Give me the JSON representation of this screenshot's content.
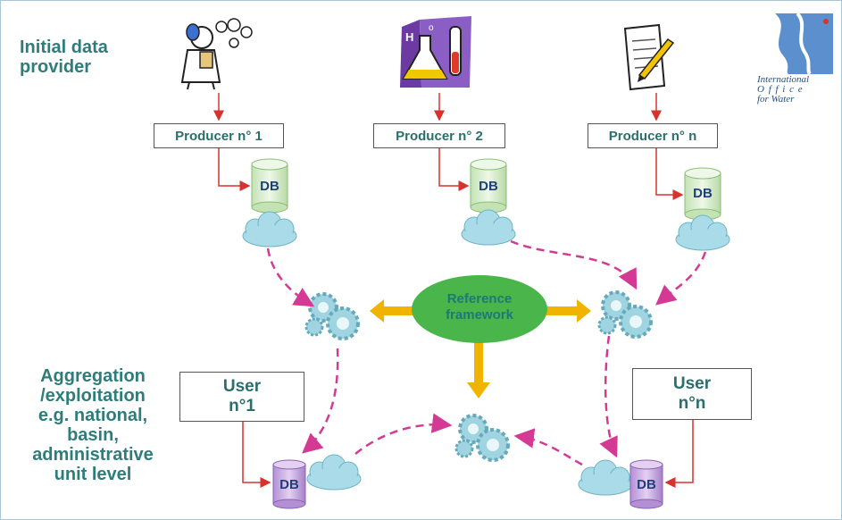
{
  "left_labels": {
    "initial": [
      "Initial data",
      "provider"
    ],
    "aggregation": [
      "Aggregation",
      "/exploitation",
      "e.g. national,",
      "basin,",
      "administrative",
      "unit level"
    ]
  },
  "producers": [
    "Producer n° 1",
    "Producer n° 2",
    "Producer n° n"
  ],
  "db_label": "DB",
  "reference": [
    "Reference",
    "framework"
  ],
  "users": [
    {
      "line1": "User",
      "line2": "n°1"
    },
    {
      "line1": "User",
      "line2": "n°n"
    }
  ],
  "logo": {
    "lines": [
      "International",
      "O f f i c e",
      "for Water"
    ]
  },
  "colors": {
    "teal_text": "#2e7d7b",
    "red_arrow": "#d8322e",
    "magenta_dash": "#d43a93",
    "orange_arrow": "#f0b400",
    "ellipse": "#49b54a",
    "db_green": "#d9efcf",
    "db_purple": "#c9a9e0",
    "cloud": "#a9dce8",
    "gear": "#9fd4e0"
  }
}
